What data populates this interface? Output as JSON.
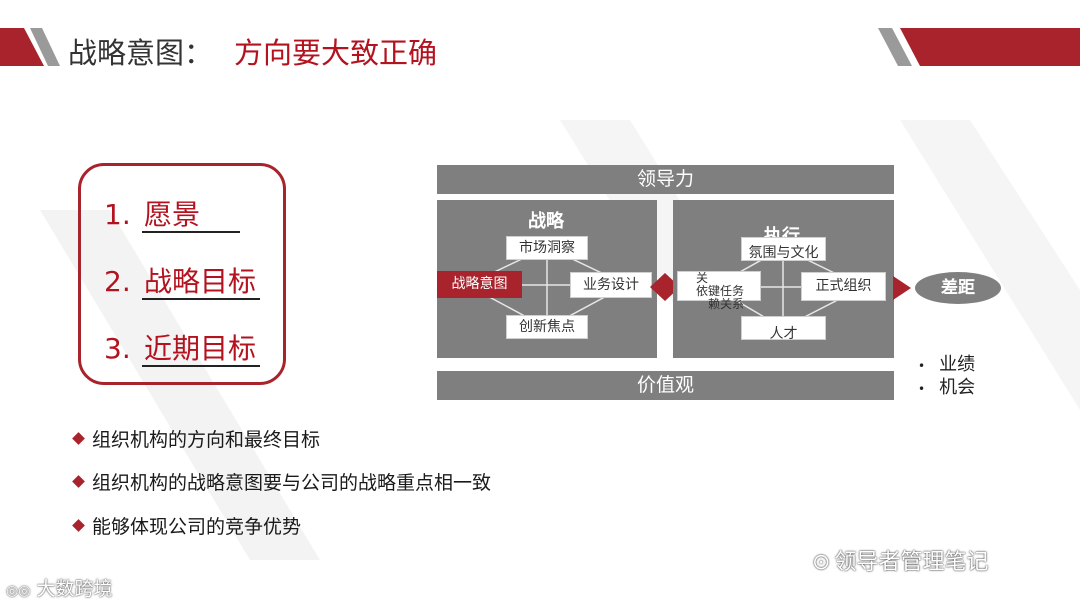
{
  "header": {
    "title": "战略意图：",
    "title_emphasis": "方向要大致正确"
  },
  "goals": [
    {
      "num": "1.",
      "text": "愿景"
    },
    {
      "num": "2.",
      "text": "战略目标"
    },
    {
      "num": "3.",
      "text": "近期目标"
    }
  ],
  "diagram": {
    "top_bar": "领导力",
    "bottom_bar": "价值观",
    "strategy": {
      "title": "战略",
      "center": "战略意图",
      "top": "市场洞察",
      "right": "业务设计",
      "bottom": "创新焦点"
    },
    "execution": {
      "title": "执行",
      "top": "氛围与文化",
      "left_a": "关",
      "left_b": "依",
      "left_c": "键任务",
      "left_d": "赖关系",
      "right": "正式组织",
      "bottom": "人才"
    },
    "gap": "差距",
    "gap_items": [
      "业绩",
      "机会"
    ]
  },
  "bullets": [
    "组织机构的方向和最终目标",
    "组织机构的战略意图要与公司的战略重点相一致",
    "能够体现公司的竞争优势"
  ],
  "watermark_left": "大数跨境",
  "watermark_right": "领导者管理笔记",
  "colors": {
    "accent": "#a8232b",
    "panel": "#7f7f7f",
    "title_red": "#b3121f"
  }
}
